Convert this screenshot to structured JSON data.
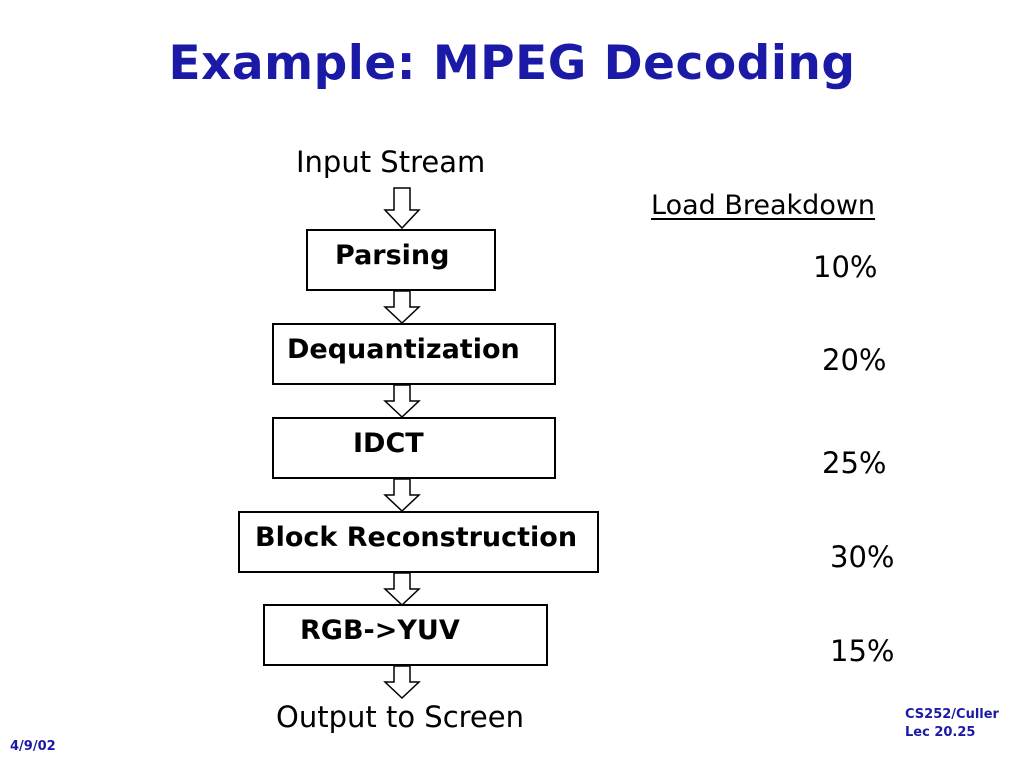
{
  "slide": {
    "title": "Example: MPEG Decoding",
    "input_label": "Input Stream",
    "output_label": "Output to Screen"
  },
  "stages": [
    {
      "label": "Parsing",
      "load": "10%"
    },
    {
      "label": "Dequantization",
      "load": "20%"
    },
    {
      "label": "IDCT",
      "load": "25%"
    },
    {
      "label": "Block Reconstruction",
      "load": "30%"
    },
    {
      "label": "RGB->YUV",
      "load": "15%"
    }
  ],
  "load_breakdown": {
    "header": "Load Breakdown"
  },
  "footer": {
    "date": "4/9/02",
    "course": "CS252/Culler",
    "lecture": "Lec 20.25"
  },
  "colors": {
    "title": "#1a1aa6",
    "footer": "#1a1aa6"
  }
}
